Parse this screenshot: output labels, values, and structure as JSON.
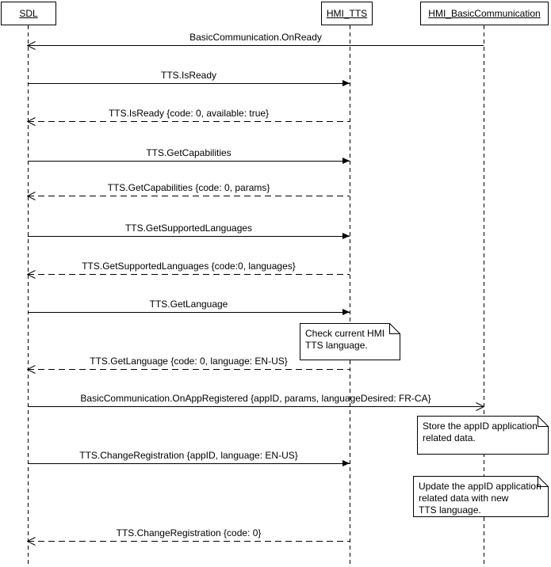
{
  "diagram_type": "uml-sequence-diagram",
  "colors": {
    "stroke": "#000000",
    "background": "#ffffff",
    "note_background": "#ffffff"
  },
  "actors": [
    {
      "id": "sdl",
      "label": "SDL"
    },
    {
      "id": "hmi-tts",
      "label": "HMI_TTS"
    },
    {
      "id": "hmi-basic-communication",
      "label": "HMI_BasicCommunication"
    }
  ],
  "messages": [
    {
      "label": "BasicCommunication.OnReady",
      "from": "HMI_BasicCommunication",
      "to": "SDL",
      "line": "solid",
      "arrow": "open"
    },
    {
      "label": "TTS.IsReady",
      "from": "SDL",
      "to": "HMI_TTS",
      "line": "solid",
      "arrow": "filled"
    },
    {
      "label": "TTS.IsReady {code: 0, available: true}",
      "from": "HMI_TTS",
      "to": "SDL",
      "line": "dashed",
      "arrow": "open"
    },
    {
      "label": "TTS.GetCapabilities",
      "from": "SDL",
      "to": "HMI_TTS",
      "line": "solid",
      "arrow": "filled"
    },
    {
      "label": "TTS.GetCapabilities {code: 0, params}",
      "from": "HMI_TTS",
      "to": "SDL",
      "line": "dashed",
      "arrow": "open"
    },
    {
      "label": "TTS.GetSupportedLanguages",
      "from": "SDL",
      "to": "HMI_TTS",
      "line": "solid",
      "arrow": "filled"
    },
    {
      "label": "TTS.GetSupportedLanguages {code:0, languages}",
      "from": "HMI_TTS",
      "to": "SDL",
      "line": "dashed",
      "arrow": "open"
    },
    {
      "label": "TTS.GetLanguage",
      "from": "SDL",
      "to": "HMI_TTS",
      "line": "solid",
      "arrow": "filled"
    },
    {
      "label": "TTS.GetLanguage {code: 0, language: EN-US}",
      "from": "HMI_TTS",
      "to": "SDL",
      "line": "dashed",
      "arrow": "open"
    },
    {
      "label": "BasicCommunication.OnAppRegistered {appID, params, languageDesired: FR-CA}",
      "from": "SDL",
      "to": "HMI_BasicCommunication",
      "line": "solid",
      "arrow": "open"
    },
    {
      "label": "TTS.ChangeRegistration {appID, language: EN-US}",
      "from": "SDL",
      "to": "HMI_TTS",
      "line": "solid",
      "arrow": "filled"
    },
    {
      "label": "TTS.ChangeRegistration {code: 0}",
      "from": "HMI_TTS",
      "to": "SDL",
      "line": "dashed",
      "arrow": "open"
    }
  ],
  "notes": [
    {
      "lines": [
        "Check current HMI",
        "TTS language."
      ]
    },
    {
      "lines": [
        "Store the appID application",
        "related data."
      ]
    },
    {
      "lines": [
        "Update the appID application",
        "related data with new",
        "TTS language."
      ]
    }
  ]
}
